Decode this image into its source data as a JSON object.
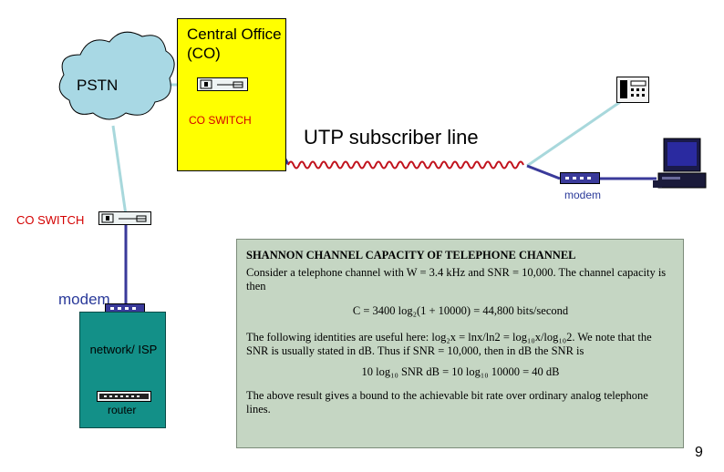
{
  "pstn": {
    "label": "PSTN"
  },
  "central_office": {
    "title": "Central Office (CO)",
    "switch_label": "CO SWITCH"
  },
  "line": {
    "label": "UTP subscriber line"
  },
  "subscriber": {
    "modem_label": "modem"
  },
  "left_switch": {
    "label": "CO SWITCH"
  },
  "isp": {
    "modem_label": "modem",
    "label": "network/ ISP",
    "router_label": "router"
  },
  "shannon": {
    "title": "SHANNON CHANNEL CAPACITY OF TELEPHONE CHANNEL",
    "para1": "Consider a telephone channel with W = 3.4 kHz and SNR = 10,000. The channel capacity is then",
    "eq1": "C = 3400 log₂(1 + 10000) = 44,800 bits/second",
    "para2": "The following identities are useful here: log₂x = lnx/ln2 = log₁₀x/log₁₀2. We note that the SNR is usually stated in dB. Thus if SNR = 10,000, then in dB the SNR is",
    "eq2": "10 log₁₀ SNR dB = 10 log₁₀ 10000 = 40 dB",
    "para3": "The above result gives a bound to the achievable bit rate over ordinary analog telephone lines."
  },
  "page_number": "9",
  "colors": {
    "co_box": "#ffff00",
    "switch_text": "#d40000",
    "wire": "#3a3a9a",
    "coil": "#c0101a",
    "link": "#a8d8dc",
    "isp_box": "#139088",
    "shannon_bg": "#c5d6c3",
    "modem_text": "#2a3a9a"
  },
  "icons": [
    "cloud-icon",
    "switch-icon",
    "telephone-icon",
    "computer-icon",
    "modem-icon",
    "router-icon"
  ]
}
